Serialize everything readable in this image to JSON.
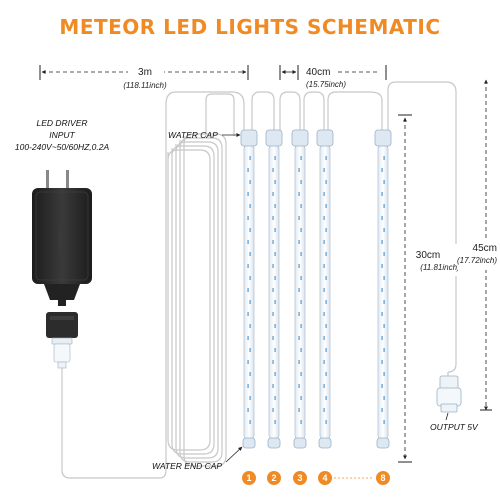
{
  "title": "METEOR LED LIGHTS SCHEMATIC",
  "dimensions": {
    "lead_length": "3m",
    "lead_length_inch": "(118.11inch)",
    "spacing": "40cm",
    "spacing_inch": "(15.75inch)",
    "tube_length": "30cm",
    "tube_length_inch": "(11.81inch)",
    "tail_length": "45cm",
    "tail_length_inch": "(17.72inch)"
  },
  "labels": {
    "driver_line1": "LED DRIVER",
    "driver_line2": "INPUT",
    "driver_line3": "100-240V~50/60HZ,0.2A",
    "water_cap": "WATER CAP",
    "water_end_cap": "WATER END CAP",
    "output": "OUTPUT 5V"
  },
  "tube_badges": [
    "1",
    "2",
    "3",
    "4",
    "8"
  ],
  "colors": {
    "accent": "#f08a24",
    "tube_led": "#6aa6d6",
    "cable": "#c8c8c8",
    "adapter": "#2a2a2a"
  }
}
